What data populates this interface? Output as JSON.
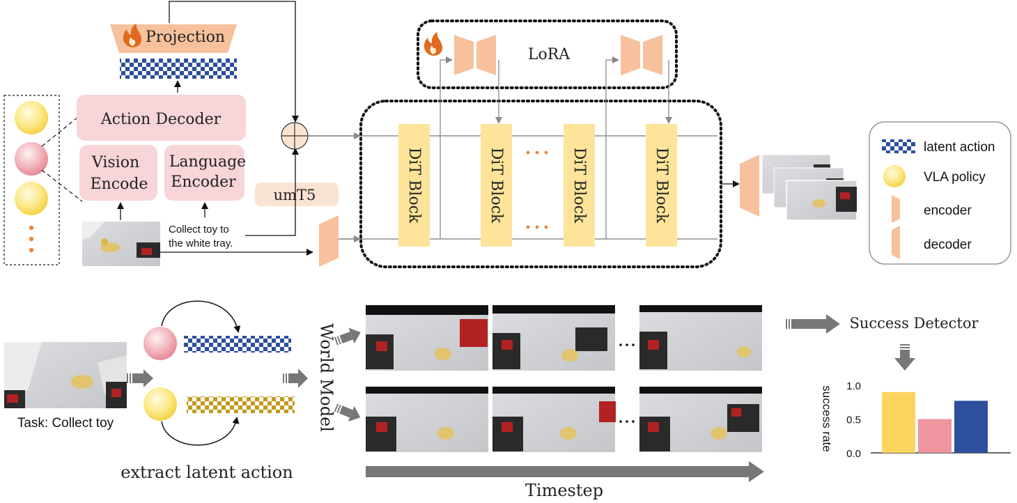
{
  "projection_label": "Projection",
  "action_decoder_label": "Action Decoder",
  "vision_encoder_label_line1": "Vision",
  "vision_encoder_label_line2": "Encode",
  "language_encoder_label_line1": "Language",
  "language_encoder_label_line2": "Encoder",
  "umt5_label": "umT5",
  "instruction_line1": "Collect toy to",
  "instruction_line2": "the white tray.",
  "lora_label": "LoRA",
  "dit_blocks": [
    "DiT Block",
    "DiT Block",
    "DiT Block",
    "DiT Block"
  ],
  "legend": {
    "latent_action": "latent action",
    "vla_policy": "VLA policy",
    "encoder": "encoder",
    "decoder": "decoder"
  },
  "task_label": "Task: Collect toy",
  "extract_latent_label": "extract latent action",
  "world_model_label": "World Model",
  "timestep_label": "Timestep",
  "success_detector_label": "Success Detector",
  "chart_data": {
    "type": "bar",
    "categories": [
      "",
      "",
      ""
    ],
    "values": [
      0.9,
      0.5,
      0.77
    ],
    "bar_colors": [
      "#fbd55e",
      "#ee95a0",
      "#2d4f9c"
    ],
    "ylabel": "success rate",
    "yticks": [
      "1.0",
      "0.5",
      "0.0"
    ],
    "ylim": [
      0,
      1.0
    ]
  },
  "colors": {
    "pink_box": "#f7d5d8",
    "peach": "#f6c19c",
    "dit_yellow": "#fde49a",
    "umt5_bg": "#fbe3d3",
    "checker_blue": "#2d4f9c",
    "checker_gold": "#c19a1b",
    "arrow_gray": "#808080",
    "dots_orange": "#e8873a"
  }
}
